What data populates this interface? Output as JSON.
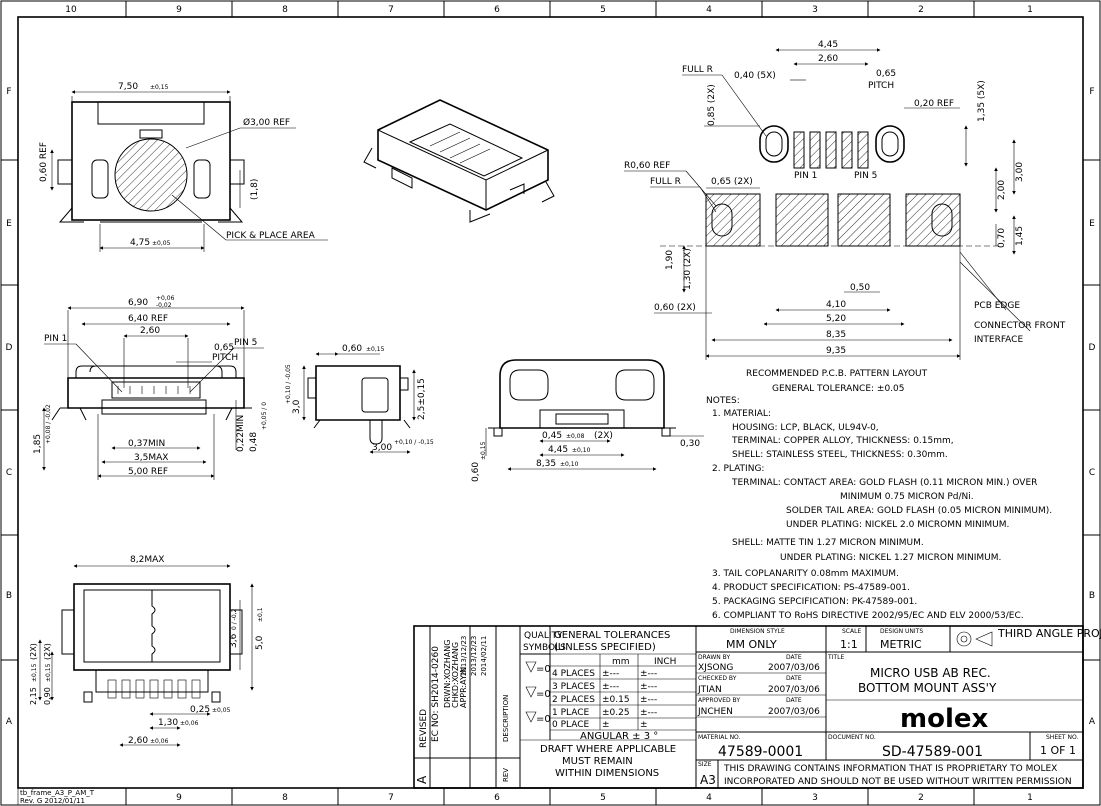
{
  "frame": {
    "columns": [
      "10",
      "9",
      "8",
      "7",
      "6",
      "5",
      "4",
      "3",
      "2",
      "1"
    ],
    "rows": [
      "F",
      "E",
      "D",
      "C",
      "B",
      "A"
    ],
    "frame_id": "tb_frame_A3_P_AM_T",
    "frame_rev": "Rev. G  2012/01/11"
  },
  "top_view": {
    "width": "7,50",
    "width_tol": "±0,15",
    "circle": "Ø3,00 REF",
    "left_h": "0,60 REF",
    "right_h": "(1,8)",
    "bottom": "4,75",
    "bottom_tol": "±0,05",
    "pick": "PICK & PLACE AREA"
  },
  "front_view": {
    "w1": "6,90",
    "w1_tol_up": "+0,06",
    "w1_tol_dn": "-0,02",
    "w2": "6,40  REF",
    "w3": "2,60",
    "pin1": "PIN 1",
    "pin5": "PIN 5",
    "pitch_val": "0,65",
    "pitch": "PITCH",
    "h_left": "1,85",
    "h_left_tol": "+0,08 / -0,02",
    "min022": "0,22MIN",
    "h048": "0,48",
    "h048_tol": "+0,05 / 0",
    "min037": "0,37MIN",
    "max35": "3,5MAX",
    "ref5": "5,00  REF"
  },
  "side_view": {
    "top": "0,60",
    "top_tol": "±0,15",
    "h30": "3,0",
    "h30_tol": "+0,10 / -0,05",
    "h25": "2,5±0,15",
    "bottom": "3,00",
    "bottom_tol": "+0,10 / -0,15"
  },
  "rear_view": {
    "d1": "0,45",
    "d1_tol": "±0,08",
    "d1_note": "(2X)",
    "d2": "4,45",
    "d2_tol": "±0,10",
    "d3": "8,35",
    "d3_tol": "±0,10",
    "h": "0,60",
    "h_tol": "±0,15",
    "d030": "0,30"
  },
  "bottom_view": {
    "max": "8,2MAX",
    "h1": "5,0",
    "h1_tol": "±0,1",
    "h2": "3,6",
    "h2_tol": "0 / -0,2",
    "l1": "2,15",
    "l1_tol": "±0,15",
    "l1_note": "(2X)",
    "l2": "0,90",
    "l2_tol": "±0,15",
    "l2_note": "(2X)",
    "p025": "0,25",
    "p025_tol": "±0,05",
    "p130": "1,30",
    "p130_tol": "±0,06",
    "p260": "2,60",
    "p260_tol": "±0,06"
  },
  "pcb": {
    "d445": "4,45",
    "d260": "2,60",
    "full_r": "FULL R",
    "d040": "0,40  (5X)",
    "d065": "0,65",
    "pitch": "PITCH",
    "d085": "0,85 (2X)",
    "d020": "0,20  REF",
    "d135": "1,35 (5X)",
    "r060": "R0,60  REF",
    "full_r2": "FULL R",
    "d065_2x": "0,65  (2X)",
    "pin1": "PIN 1",
    "pin5": "PIN 5",
    "d300": "3,00",
    "d200": "2,00",
    "d145": "1,45",
    "d070": "0,70",
    "d190": "1,90",
    "d130": "1,30 (2X)",
    "d050": "0,50",
    "d060": "0,60  (2X)",
    "d410": "4,10",
    "d520": "5,20",
    "d835": "8,35",
    "d935": "9,35",
    "pcb_edge": "PCB EDGE",
    "conn_front": "CONNECTOR FRONT",
    "interface": "INTERFACE",
    "caption": "RECOMMENDED P.C.B. PATTERN LAYOUT",
    "tolerance": "GENERAL TOLERANCE: ±0.05"
  },
  "notes": {
    "heading": "NOTES:",
    "lines": [
      "1. MATERIAL:",
      "   HOUSING: LCP, BLACK, UL94V-0,",
      "   TERMINAL: COPPER ALLOY, THICKNESS: 0.15mm,",
      "   SHELL: STAINLESS STEEL, THICKNESS: 0.30mm.",
      "2. PLATING:",
      "   TERMINAL: CONTACT AREA: GOLD FLASH (0.11 MICRON MIN.) OVER",
      "                        MINIMUM 0.75 MICRON Pd/Ni.",
      "              SOLDER TAIL AREA: GOLD FLASH (0.05 MICRON MINIMUM).",
      "              UNDER PLATING: NICKEL 2.0 MICROMN MINIMUM.",
      "   SHELL: MATTE TIN 1.27 MICRON MINIMUM.",
      "              UNDER PLATING: NICKEL 1.27 MICRON MINIMUM.",
      "3. TAIL COPLANARITY 0.08mm MAXIMUM.",
      "4. PRODUCT SPECIFICATION: PS-47589-001.",
      "5. PACKAGING SEPCIFICATION: PK-47589-001.",
      "6. COMPLIANT TO RoHS DIRECTIVE 2002/95/EC AND ELV 2000/53/EC."
    ]
  },
  "title_block": {
    "revised": "REVISED",
    "ec_no": "EC NO: SH2014-0260",
    "drwn": "DRWN:XOZHANG",
    "chkd": "CHKD:XOZHANG",
    "appr": "APPR:AYIN",
    "date1": "2013/12/23",
    "date2": "2013/12/23",
    "date3": "2014/02/11",
    "rev_letter": "A",
    "rev_label": "REV",
    "desc_label": "DESCRIPTION",
    "quality": "QUALITY",
    "symbols": "SYMBOLS",
    "sym_val": "=0",
    "gen_tol": "GENERAL TOLERANCES",
    "unless": "(UNLESS SPECIFIED)",
    "mm": "mm",
    "inch": "INCH",
    "tol_rows": [
      {
        "label": "4 PLACES",
        "mm": "±---",
        "inch": "±---"
      },
      {
        "label": "3 PLACES",
        "mm": "±---",
        "inch": "±---"
      },
      {
        "label": "2 PLACES",
        "mm": "±0.15",
        "inch": "±---"
      },
      {
        "label": "1 PLACE",
        "mm": "±0.25",
        "inch": "±---"
      },
      {
        "label": "0 PLACE",
        "mm": "±",
        "inch": "±"
      }
    ],
    "angular": "ANGULAR ± 3 °",
    "draft1": "DRAFT WHERE APPLICABLE",
    "draft2": "MUST REMAIN",
    "draft3": "WITHIN DIMENSIONS",
    "dim_style_label": "DIMENSION STYLE",
    "dim_style": "MM ONLY",
    "scale_label": "SCALE",
    "scale": "1:1",
    "units_label": "DESIGN UNITS",
    "units": "METRIC",
    "projection": "THIRD ANGLE PROJECTION",
    "drawn_by_label": "DRAWN BY",
    "drawn_by": "XJSONG",
    "date_label": "DATE",
    "drawn_date": "2007/03/06",
    "checked_label": "CHECKED BY",
    "checked_by": "JTIAN",
    "checked_date": "2007/03/06",
    "approved_label": "APPROVED BY",
    "approved_by": "JNCHEN",
    "approved_date": "2007/03/06",
    "title_label": "TITLE",
    "title1": "MICRO USB AB REC.",
    "title2": "BOTTOM MOUNT ASS'Y",
    "brand": "molex",
    "material_label": "MATERIAL NO.",
    "material": "47589-0001",
    "doc_label": "DOCUMENT NO.",
    "doc": "SD-47589-001",
    "sheet_label": "SHEET NO.",
    "sheet": "1 OF 1",
    "size_label": "SIZE",
    "size": "A3",
    "prop1": "THIS DRAWING CONTAINS INFORMATION THAT IS PROPRIETARY TO MOLEX",
    "prop2": "INCORPORATED AND SHOULD NOT BE USED WITHOUT WRITTEN PERMISSION"
  }
}
